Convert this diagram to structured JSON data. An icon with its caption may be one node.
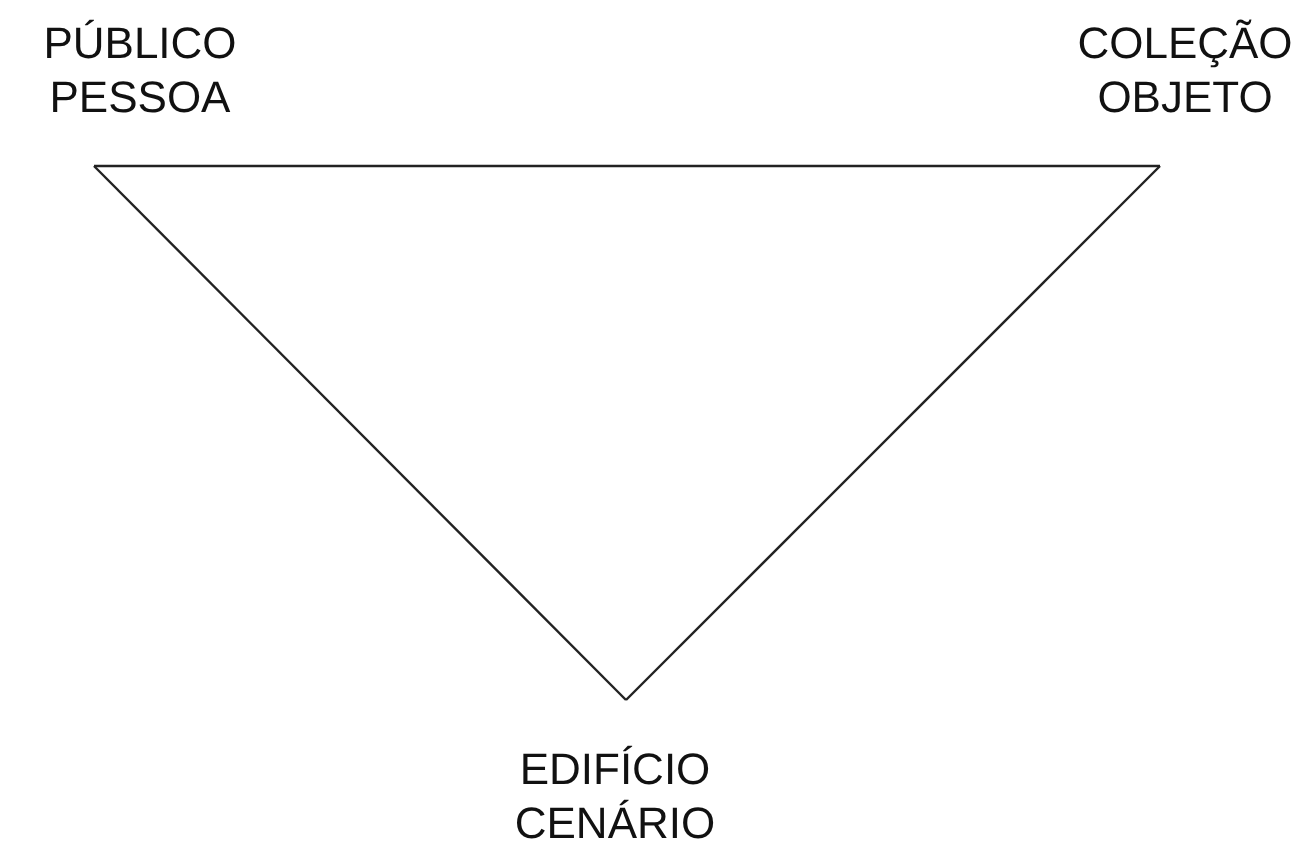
{
  "diagram": {
    "nodes": [
      {
        "text": [
          "PÚBLICO",
          "PESSOA"
        ]
      },
      {
        "text": [
          "COLEÇÃO",
          "OBJETO"
        ]
      },
      {
        "text": [
          "EDIFÍCIO",
          "CENÁRIO"
        ]
      }
    ],
    "edges": [
      {
        "from": 0,
        "to": 1,
        "arrow": "none"
      },
      {
        "from": 1,
        "to": 2,
        "arrow": "none"
      },
      {
        "from": 2,
        "to": 0,
        "arrow": "none"
      }
    ]
  }
}
